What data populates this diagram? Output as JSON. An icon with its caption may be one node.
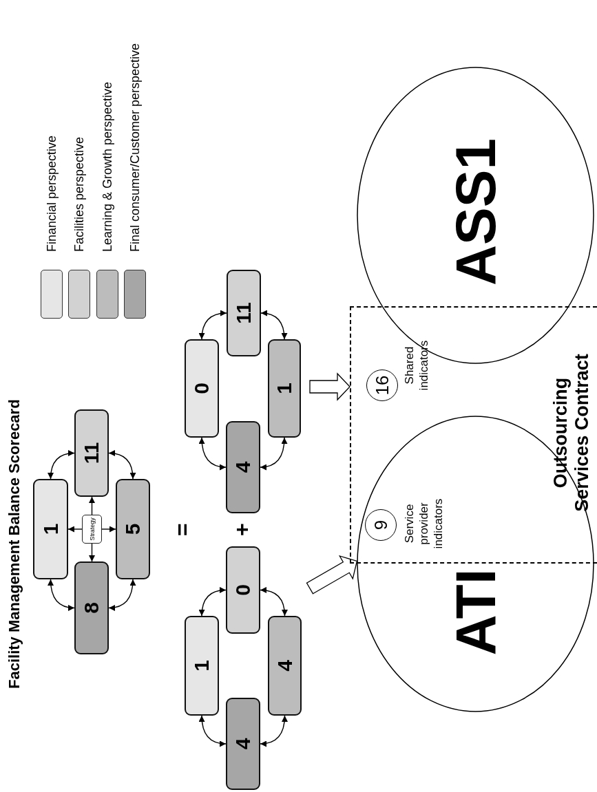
{
  "diagram": {
    "title": "Facility Management Balance Scorecard",
    "nodes": [
      {
        "text": [
          "1"
        ]
      },
      {
        "text": [
          "11"
        ]
      },
      {
        "text": [
          "5"
        ]
      },
      {
        "text": [
          "8"
        ]
      },
      {
        "text": [
          "Strategy"
        ]
      },
      {
        "text": [
          "1"
        ]
      },
      {
        "text": [
          "0"
        ]
      },
      {
        "text": [
          "4"
        ]
      },
      {
        "text": [
          "4"
        ]
      },
      {
        "text": [
          "0"
        ]
      },
      {
        "text": [
          "11"
        ]
      },
      {
        "text": [
          "1"
        ]
      },
      {
        "text": [
          "4"
        ]
      },
      {
        "text": [
          "Outsourcing Services Contract"
        ]
      },
      {
        "text": [
          "ATI"
        ]
      },
      {
        "text": [
          "ASS1"
        ]
      },
      {
        "text": [
          "9"
        ]
      },
      {
        "text": [
          "16"
        ],
        "in": 13
      }
    ],
    "edges": [
      {
        "from": 4,
        "to": 0,
        "arrow": "to"
      },
      {
        "from": 4,
        "to": 1,
        "arrow": "to"
      },
      {
        "from": 4,
        "to": 2,
        "arrow": "to"
      },
      {
        "from": 4,
        "to": 3,
        "arrow": "to"
      },
      {
        "from": 0,
        "to": 1,
        "arrow": "both"
      },
      {
        "from": 1,
        "to": 2,
        "arrow": "both"
      },
      {
        "from": 2,
        "to": 3,
        "arrow": "both"
      },
      {
        "from": 3,
        "to": 0,
        "arrow": "both"
      },
      {
        "from": 5,
        "to": 6,
        "arrow": "both"
      },
      {
        "from": 6,
        "to": 7,
        "arrow": "both"
      },
      {
        "from": 7,
        "to": 8,
        "arrow": "both"
      },
      {
        "from": 8,
        "to": 5,
        "arrow": "both"
      },
      {
        "from": 9,
        "to": 10,
        "arrow": "both"
      },
      {
        "from": 10,
        "to": 11,
        "arrow": "both"
      },
      {
        "from": 11,
        "to": 12,
        "arrow": "both"
      },
      {
        "from": 12,
        "to": 9,
        "arrow": "both"
      },
      {
        "from": null,
        "to": 14,
        "arrow": "to",
        "style": "thick"
      },
      {
        "from": null,
        "to": 13,
        "arrow": "to",
        "style": "thick"
      }
    ],
    "labels": [
      "=",
      "+",
      "Service provider indicators",
      "Shared indicators"
    ],
    "legend": [
      {
        "text": "Financial perspective",
        "color": "#e6e6e6"
      },
      {
        "text": "Facilities perspective",
        "color": "#d2d2d2"
      },
      {
        "text": "Learning & Growth perspective",
        "color": "#bcbcbc"
      },
      {
        "text": "Final consumer/Customer perspective",
        "color": "#a6a6a6"
      }
    ]
  }
}
